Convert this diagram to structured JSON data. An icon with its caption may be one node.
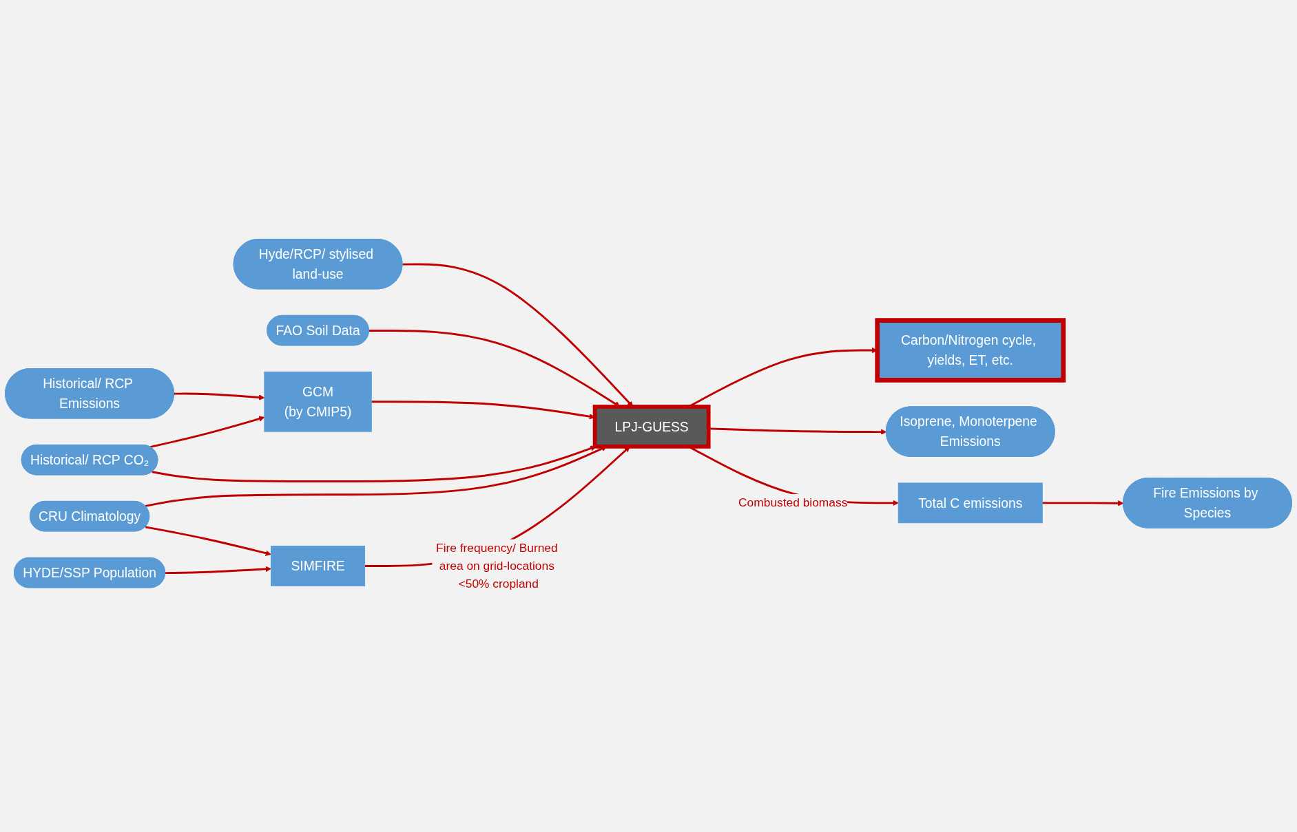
{
  "diagram": {
    "nodes": [
      {
        "text": [
          "Historical/ RCP Emissions"
        ]
      },
      {
        "text": [
          "Historical/ RCP CO₂"
        ]
      },
      {
        "text": [
          "Hyde/RCP/ stylised land-use"
        ]
      },
      {
        "text": [
          "FAO Soil Data"
        ]
      },
      {
        "text": [
          "CRU Climatology"
        ]
      },
      {
        "text": [
          "HYDE/SSP Population"
        ]
      },
      {
        "text": [
          "GCM",
          "(by CMIP5)"
        ]
      },
      {
        "text": [
          "LPJ-GUESS"
        ]
      },
      {
        "text": [
          "SIMFIRE"
        ]
      },
      {
        "text": [
          "Carbon/Nitrogen cycle, yields, ET, etc."
        ]
      },
      {
        "text": [
          "Isoprene, Monoterpene Emissions"
        ]
      },
      {
        "text": [
          "Total C emissions"
        ]
      },
      {
        "text": [
          "Fire Emissions by Species"
        ]
      }
    ],
    "edges": [
      {
        "from": 0,
        "to": 6,
        "arrow": "to"
      },
      {
        "from": 1,
        "to": 6,
        "arrow": "to"
      },
      {
        "from": 1,
        "to": 7,
        "arrow": "to"
      },
      {
        "from": 6,
        "to": 7,
        "arrow": "to"
      },
      {
        "from": 2,
        "to": 7,
        "arrow": "to"
      },
      {
        "from": 3,
        "to": 7,
        "arrow": "to"
      },
      {
        "from": 4,
        "to": 7,
        "arrow": "to"
      },
      {
        "from": 4,
        "to": 8,
        "arrow": "to"
      },
      {
        "from": 5,
        "to": 8,
        "arrow": "to"
      },
      {
        "from": 8,
        "to": 7,
        "arrow": "to",
        "label": "Fire frequency/ Burned area on grid-locations <50% cropland"
      },
      {
        "from": 7,
        "to": 9,
        "arrow": "to"
      },
      {
        "from": 7,
        "to": 10,
        "arrow": "to"
      },
      {
        "from": 7,
        "to": 11,
        "arrow": "to",
        "label": "Combusted biomass"
      },
      {
        "from": 11,
        "to": 12,
        "arrow": "to"
      }
    ]
  }
}
